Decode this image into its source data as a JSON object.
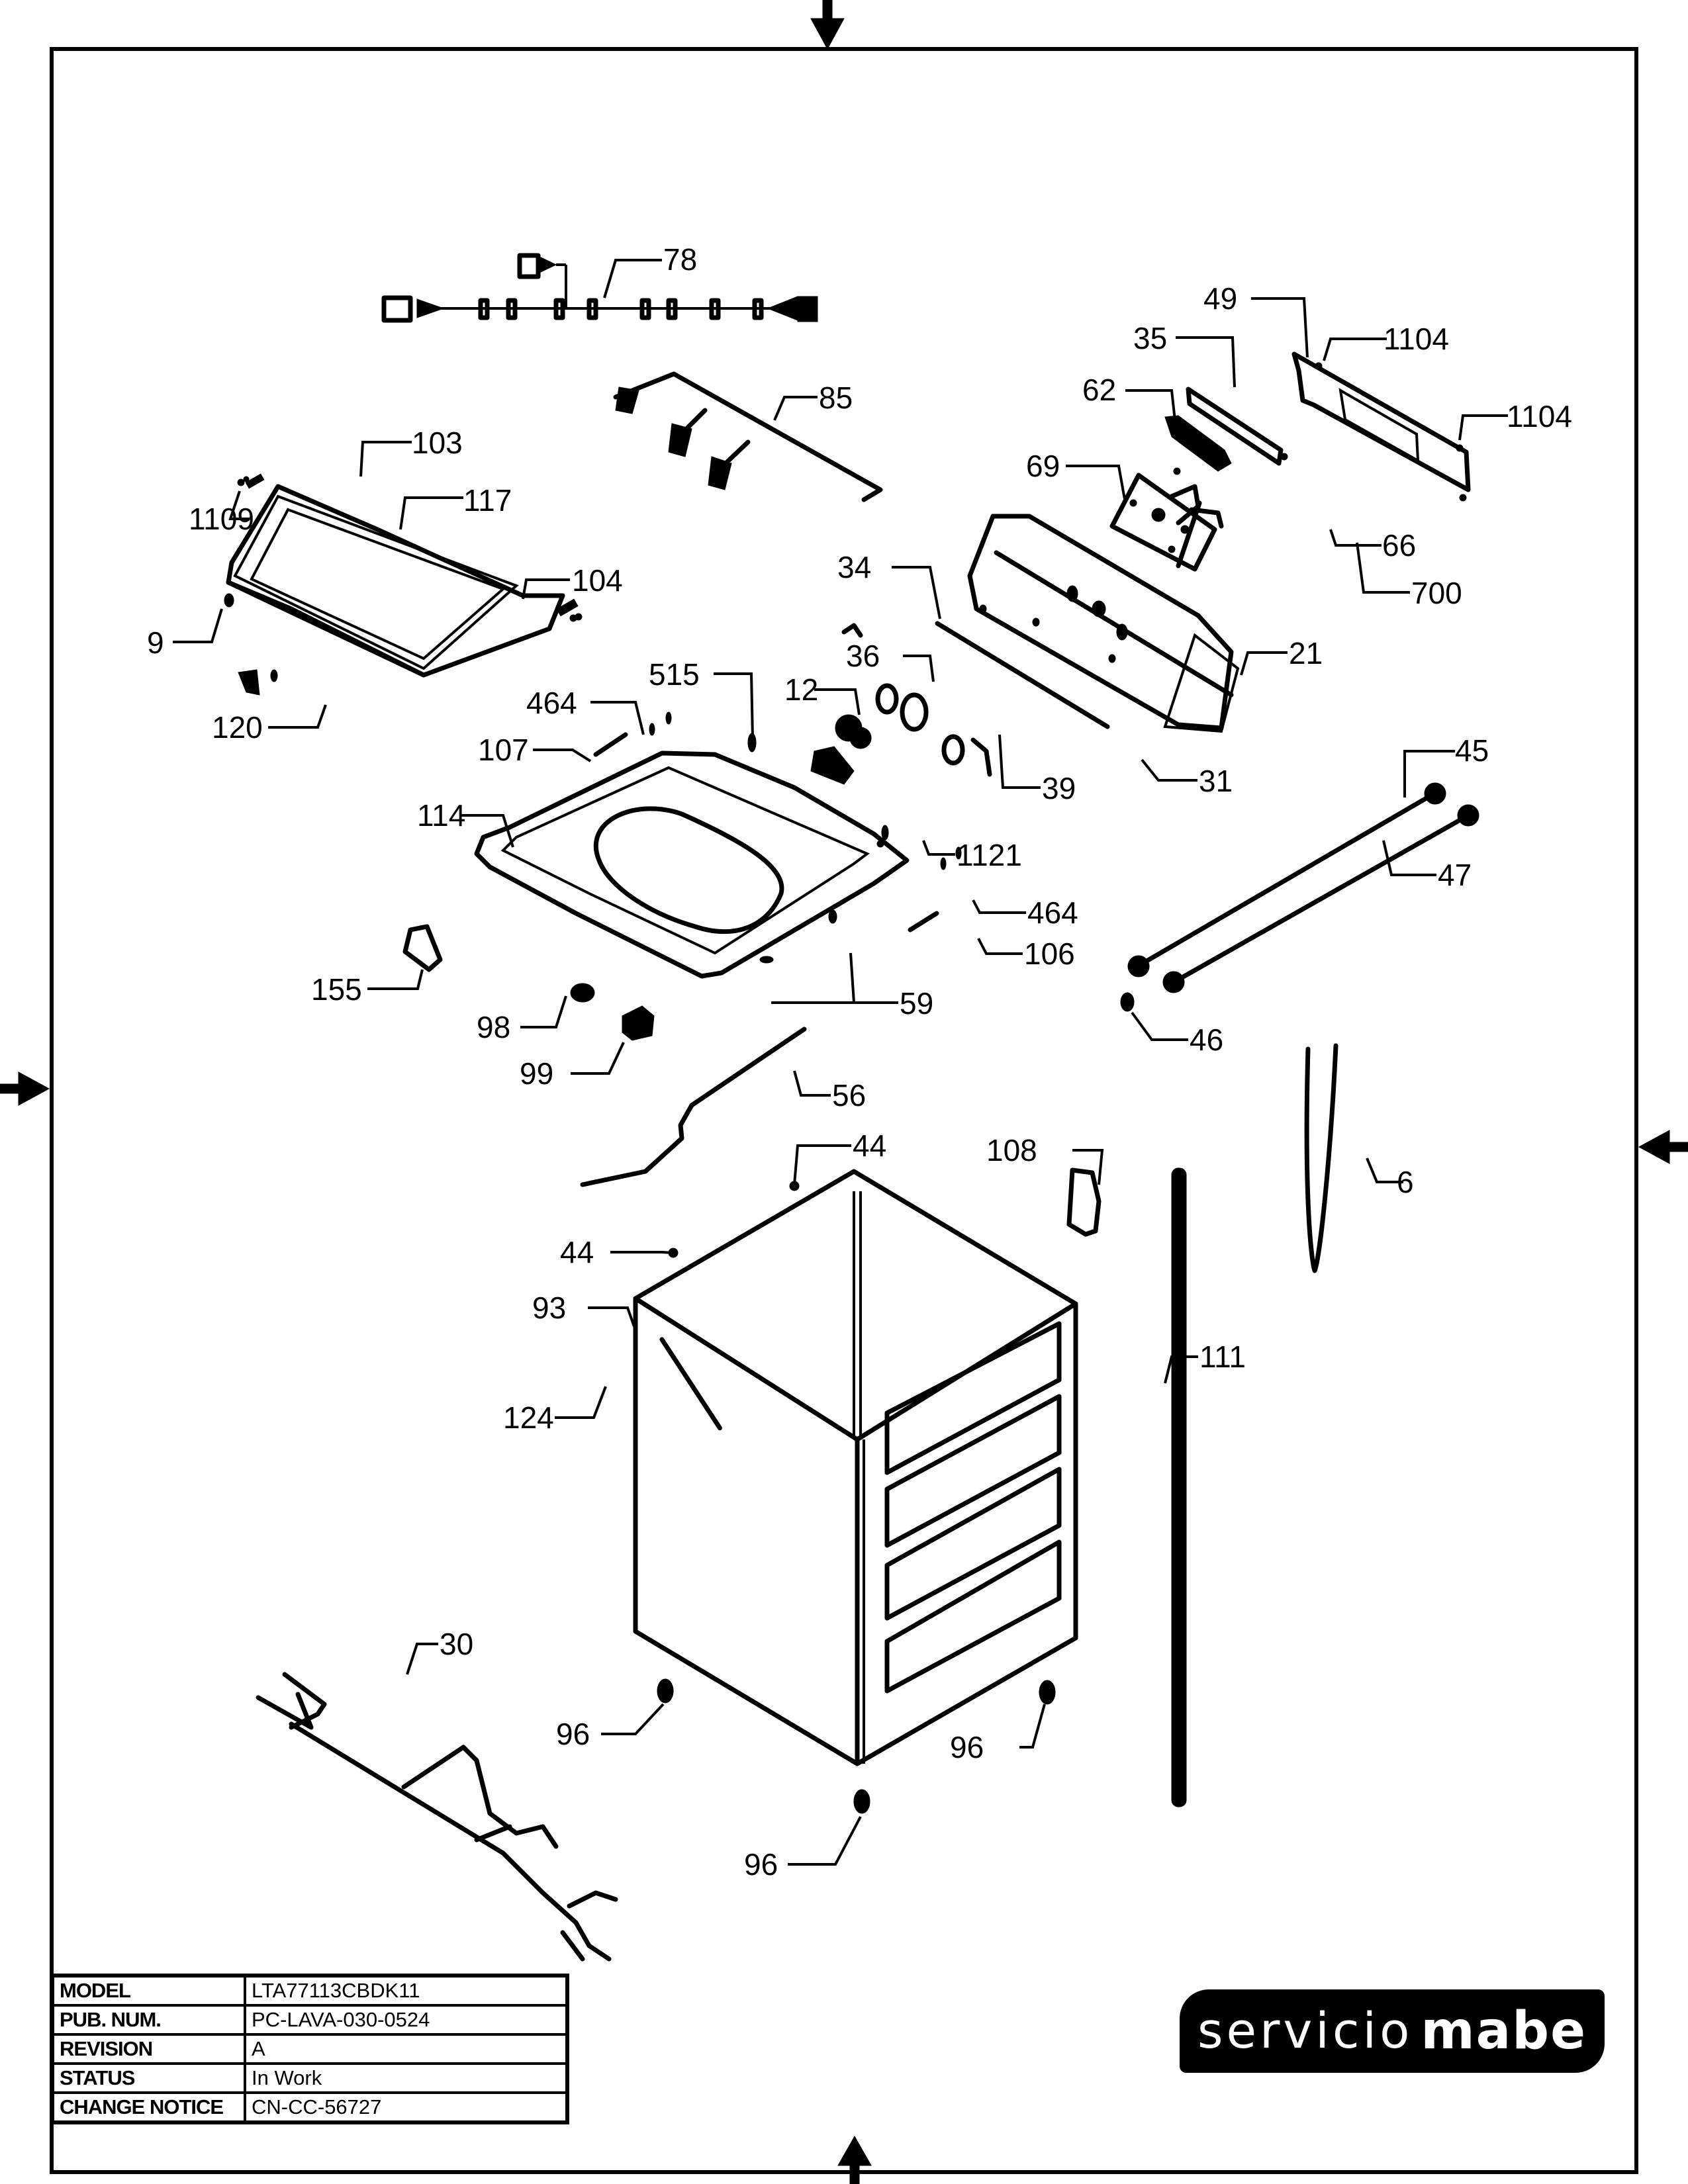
{
  "document": {
    "type": "exploded parts diagram",
    "subject": "top-load washing machine cabinet and control panel"
  },
  "callouts": [
    {
      "id": "78"
    },
    {
      "id": "85"
    },
    {
      "id": "49"
    },
    {
      "id": "35"
    },
    {
      "id": "1104"
    },
    {
      "id": "1104"
    },
    {
      "id": "62"
    },
    {
      "id": "103"
    },
    {
      "id": "117"
    },
    {
      "id": "1109"
    },
    {
      "id": "69"
    },
    {
      "id": "66"
    },
    {
      "id": "700"
    },
    {
      "id": "34"
    },
    {
      "id": "104"
    },
    {
      "id": "9"
    },
    {
      "id": "36"
    },
    {
      "id": "21"
    },
    {
      "id": "515"
    },
    {
      "id": "12"
    },
    {
      "id": "464"
    },
    {
      "id": "120"
    },
    {
      "id": "107"
    },
    {
      "id": "39"
    },
    {
      "id": "31"
    },
    {
      "id": "45"
    },
    {
      "id": "114"
    },
    {
      "id": "1121"
    },
    {
      "id": "47"
    },
    {
      "id": "464"
    },
    {
      "id": "106"
    },
    {
      "id": "155"
    },
    {
      "id": "59"
    },
    {
      "id": "98"
    },
    {
      "id": "46"
    },
    {
      "id": "99"
    },
    {
      "id": "56"
    },
    {
      "id": "44"
    },
    {
      "id": "108"
    },
    {
      "id": "6"
    },
    {
      "id": "44"
    },
    {
      "id": "93"
    },
    {
      "id": "111"
    },
    {
      "id": "124"
    },
    {
      "id": "30"
    },
    {
      "id": "96"
    },
    {
      "id": "96"
    },
    {
      "id": "96"
    }
  ],
  "title_block": {
    "rows": [
      {
        "label": "MODEL",
        "value": "LTA77113CBDK11"
      },
      {
        "label": "PUB. NUM.",
        "value": "PC-LAVA-030-0524"
      },
      {
        "label": "REVISION",
        "value": "A"
      },
      {
        "label": "STATUS",
        "value": "In Work"
      },
      {
        "label": "CHANGE NOTICE",
        "value": "CN-CC-56727"
      }
    ]
  },
  "logo": {
    "light": "servicio",
    "bold": "mabe"
  },
  "colors": {
    "ink": "#000000",
    "paper": "#ffffff"
  }
}
